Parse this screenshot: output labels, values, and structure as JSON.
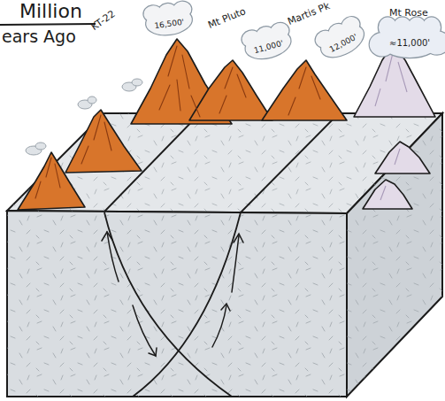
{
  "diagram": {
    "title": "Million",
    "nodes": [
      {
        "text": [
          "KT-22",
          "16,500'"
        ]
      },
      {
        "text": [
          "Mt Pluto",
          "11,000'"
        ]
      },
      {
        "text": [
          "Martis Pk",
          "12,000'"
        ]
      },
      {
        "text": [
          "Mt Rose",
          "≈11,000'"
        ]
      }
    ],
    "labels": [
      "ears Ago"
    ]
  }
}
